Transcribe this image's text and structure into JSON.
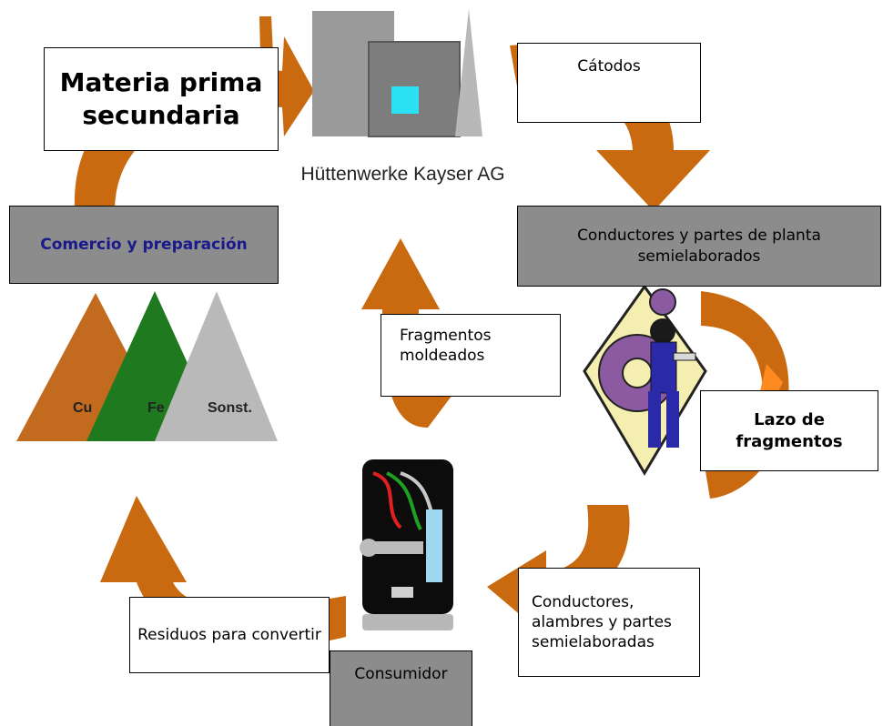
{
  "colors": {
    "arrow": "#c96a10",
    "panel_gray": "#8c8c8c",
    "copper": "#c26a1d",
    "iron": "#1f7a1f",
    "other": "#b9b9b9",
    "title_blue": "#1a1a8c"
  },
  "nodes": {
    "materia_prima": "Materia prima secundaria",
    "catodos": "Cátodos",
    "company": "Hüttenwerke Kayser AG",
    "conductores_planta": "Conductores y partes de planta semielaborados",
    "comercio": "Comercio y preparación",
    "fragmentos": "Fragmentos moldeados",
    "lazo": "Lazo de fragmentos",
    "conductores_alambres": "Conductores, alambres y partes semielaboradas",
    "residuos": "Residuos para convertir",
    "consumidor": "Consumidor"
  },
  "mountains": {
    "cu": "Cu",
    "fe": "Fe",
    "other": "Sonst."
  },
  "icons": {
    "factory": "factory-icon",
    "worker": "worker-gear-icon",
    "consumer": "consumer-tools-icon"
  }
}
